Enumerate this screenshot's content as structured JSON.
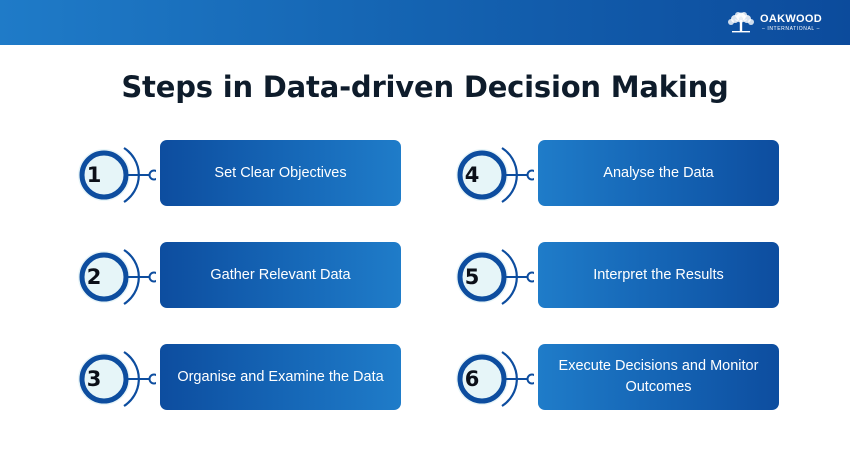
{
  "header": {
    "logo": {
      "icon": "tree-icon",
      "name": "OAKWOOD",
      "subtitle": "– INTERNATIONAL –"
    }
  },
  "title": "Steps in Data-driven Decision Making",
  "colors": {
    "header_light": "#1f7bc8",
    "header_dark": "#0c4b9c",
    "card_dark": "#0d4d9f",
    "card_light": "#1f7cc9",
    "badge_ring": "#0d4d9f",
    "badge_fill": "#e6f5f8",
    "title": "#0e1c2b"
  },
  "steps": [
    {
      "number": "1",
      "label": "Set Clear Objectives"
    },
    {
      "number": "2",
      "label": "Gather Relevant Data"
    },
    {
      "number": "3",
      "label": "Organise and Examine the Data"
    },
    {
      "number": "4",
      "label": "Analyse the Data"
    },
    {
      "number": "5",
      "label": "Interpret the Results"
    },
    {
      "number": "6",
      "label": "Execute Decisions and Monitor Outcomes"
    }
  ]
}
